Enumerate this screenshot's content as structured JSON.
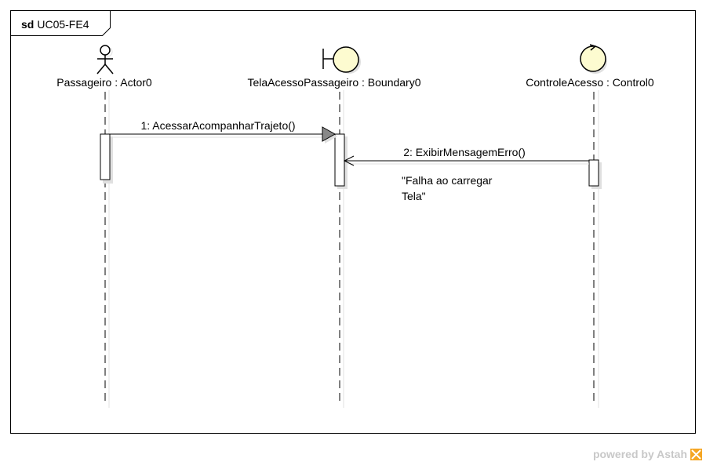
{
  "frame": {
    "keyword": "sd",
    "name": "UC05-FE4"
  },
  "lifelines": [
    {
      "id": "actor",
      "kind": "actor",
      "label": "Passageiro : Actor0"
    },
    {
      "id": "boundary",
      "kind": "boundary",
      "label": "TelaAcessoPassageiro : Boundary0"
    },
    {
      "id": "control",
      "kind": "control",
      "label": "ControleAcesso : Control0"
    }
  ],
  "messages": [
    {
      "from": "actor",
      "to": "boundary",
      "label": "1: AcessarAcompanharTrajeto()",
      "kind": "synchronous"
    },
    {
      "from": "control",
      "to": "boundary",
      "label": "2: ExibirMensagemErro()",
      "kind": "asynchronous"
    }
  ],
  "note": {
    "lines": [
      "\"Falha ao carregar",
      "Tela\""
    ]
  },
  "watermark": {
    "text": "powered by Astah"
  },
  "colors": {
    "stereotype_fill": "#fdfbd0",
    "line": "#000000",
    "shadow": "#e0e0e0",
    "watermark": "#c8c8c8",
    "logo": "#f5a623"
  }
}
